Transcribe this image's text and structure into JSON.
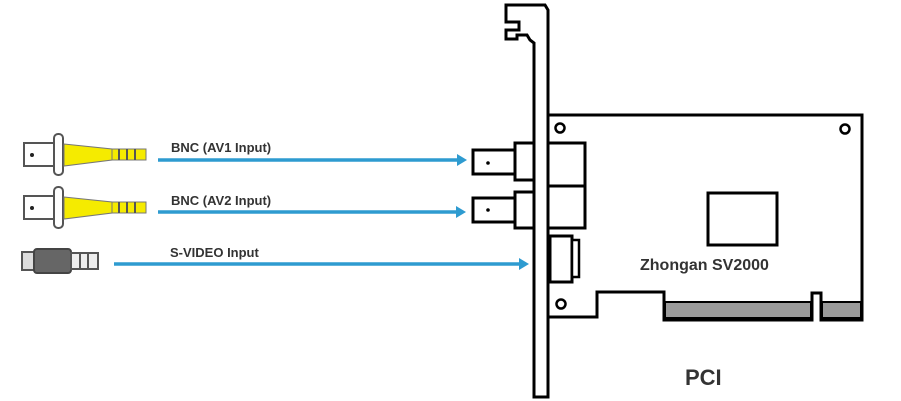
{
  "diagram": {
    "title": "Zhongan SV2000 PCI capture card input connections",
    "card_label": "Zhongan SV2000",
    "bus_label": "PCI",
    "inputs": [
      {
        "label": "BNC (AV1 Input)",
        "type": "bnc",
        "plug_color": "#f5eb00"
      },
      {
        "label": "BNC (AV2 Input)",
        "type": "bnc",
        "plug_color": "#f5eb00"
      },
      {
        "label": "S-VIDEO Input",
        "type": "s-video",
        "plug_color": "#666666"
      }
    ],
    "colors": {
      "arrow": "#2e9bd0",
      "outline": "#000000",
      "pci_contacts": "#9b9b9b",
      "text": "#333333"
    }
  }
}
